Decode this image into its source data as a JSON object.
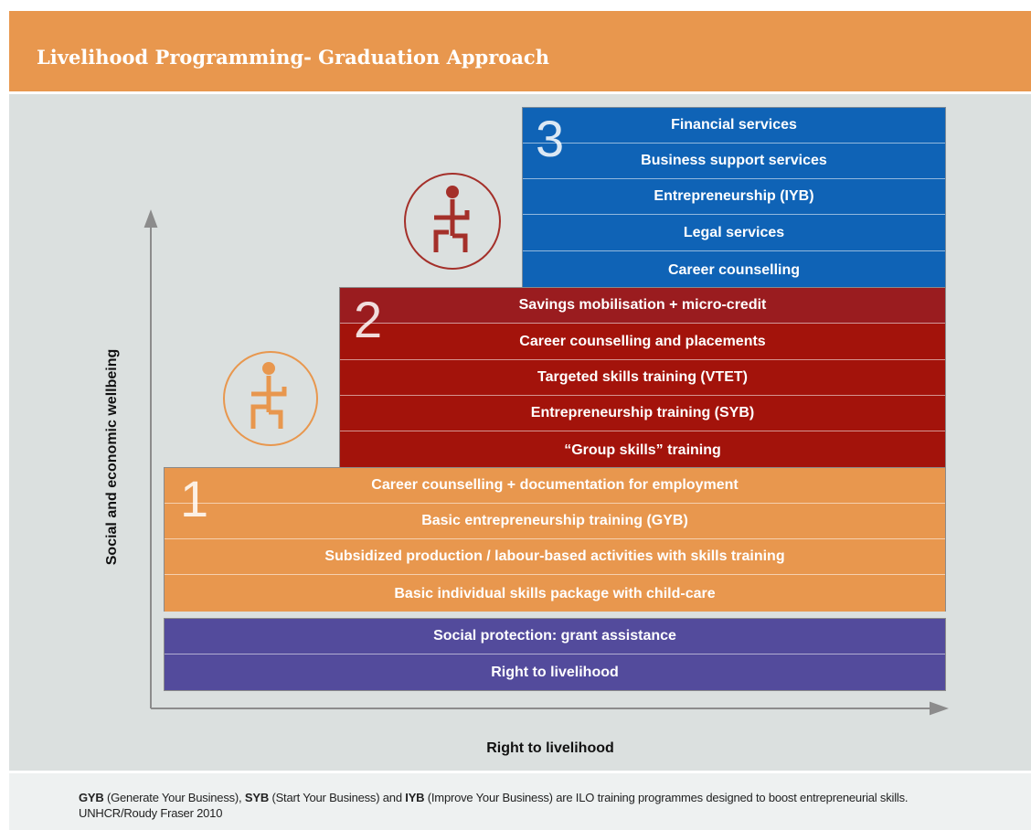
{
  "header": {
    "title": "Livelihood Programming- Graduation Approach"
  },
  "axes": {
    "y_label": "Social and economic wellbeing",
    "x_label": "Right to livelihood"
  },
  "colors": {
    "header": "#e8974e",
    "tier1": "#e8974e",
    "tier2": "#a3130b",
    "tier3": "#0f63b6",
    "base": "#534b9c",
    "icon_tier1": "#e8974e",
    "icon_tier2": "#a4302a"
  },
  "tiers": {
    "tier3": {
      "number": "3",
      "items": [
        "Financial services",
        "Business support services",
        "Entrepreneurship (IYB)",
        "Legal services",
        "Career counselling"
      ]
    },
    "tier2": {
      "number": "2",
      "items": [
        "Savings mobilisation + micro-credit",
        "Career counselling and placements",
        "Targeted skills training (VTET)",
        "Entrepreneurship training (SYB)",
        "“Group skills” training"
      ]
    },
    "tier1": {
      "number": "1",
      "items": [
        "Career counselling + documentation for employment",
        "Basic entrepreneurship training (GYB)",
        "Subsidized production / labour-based activities with skills training",
        "Basic individual skills package with child-care"
      ]
    },
    "base": {
      "items": [
        "Social protection: grant assistance",
        "Right to livelihood"
      ]
    }
  },
  "icons": [
    "person-climbing-icon",
    "person-climbing-icon"
  ],
  "footer": {
    "gyb": "GYB",
    "gyb_text": " (Generate Your Business), ",
    "syb": "SYB",
    "syb_text": " (Start Your Business) and ",
    "iyb": "IYB",
    "iyb_text": " (Improve Your Business) are ILO training programmes designed to boost entrepreneurial skills.",
    "credit": "UNHCR/Roudy Fraser 2010"
  }
}
